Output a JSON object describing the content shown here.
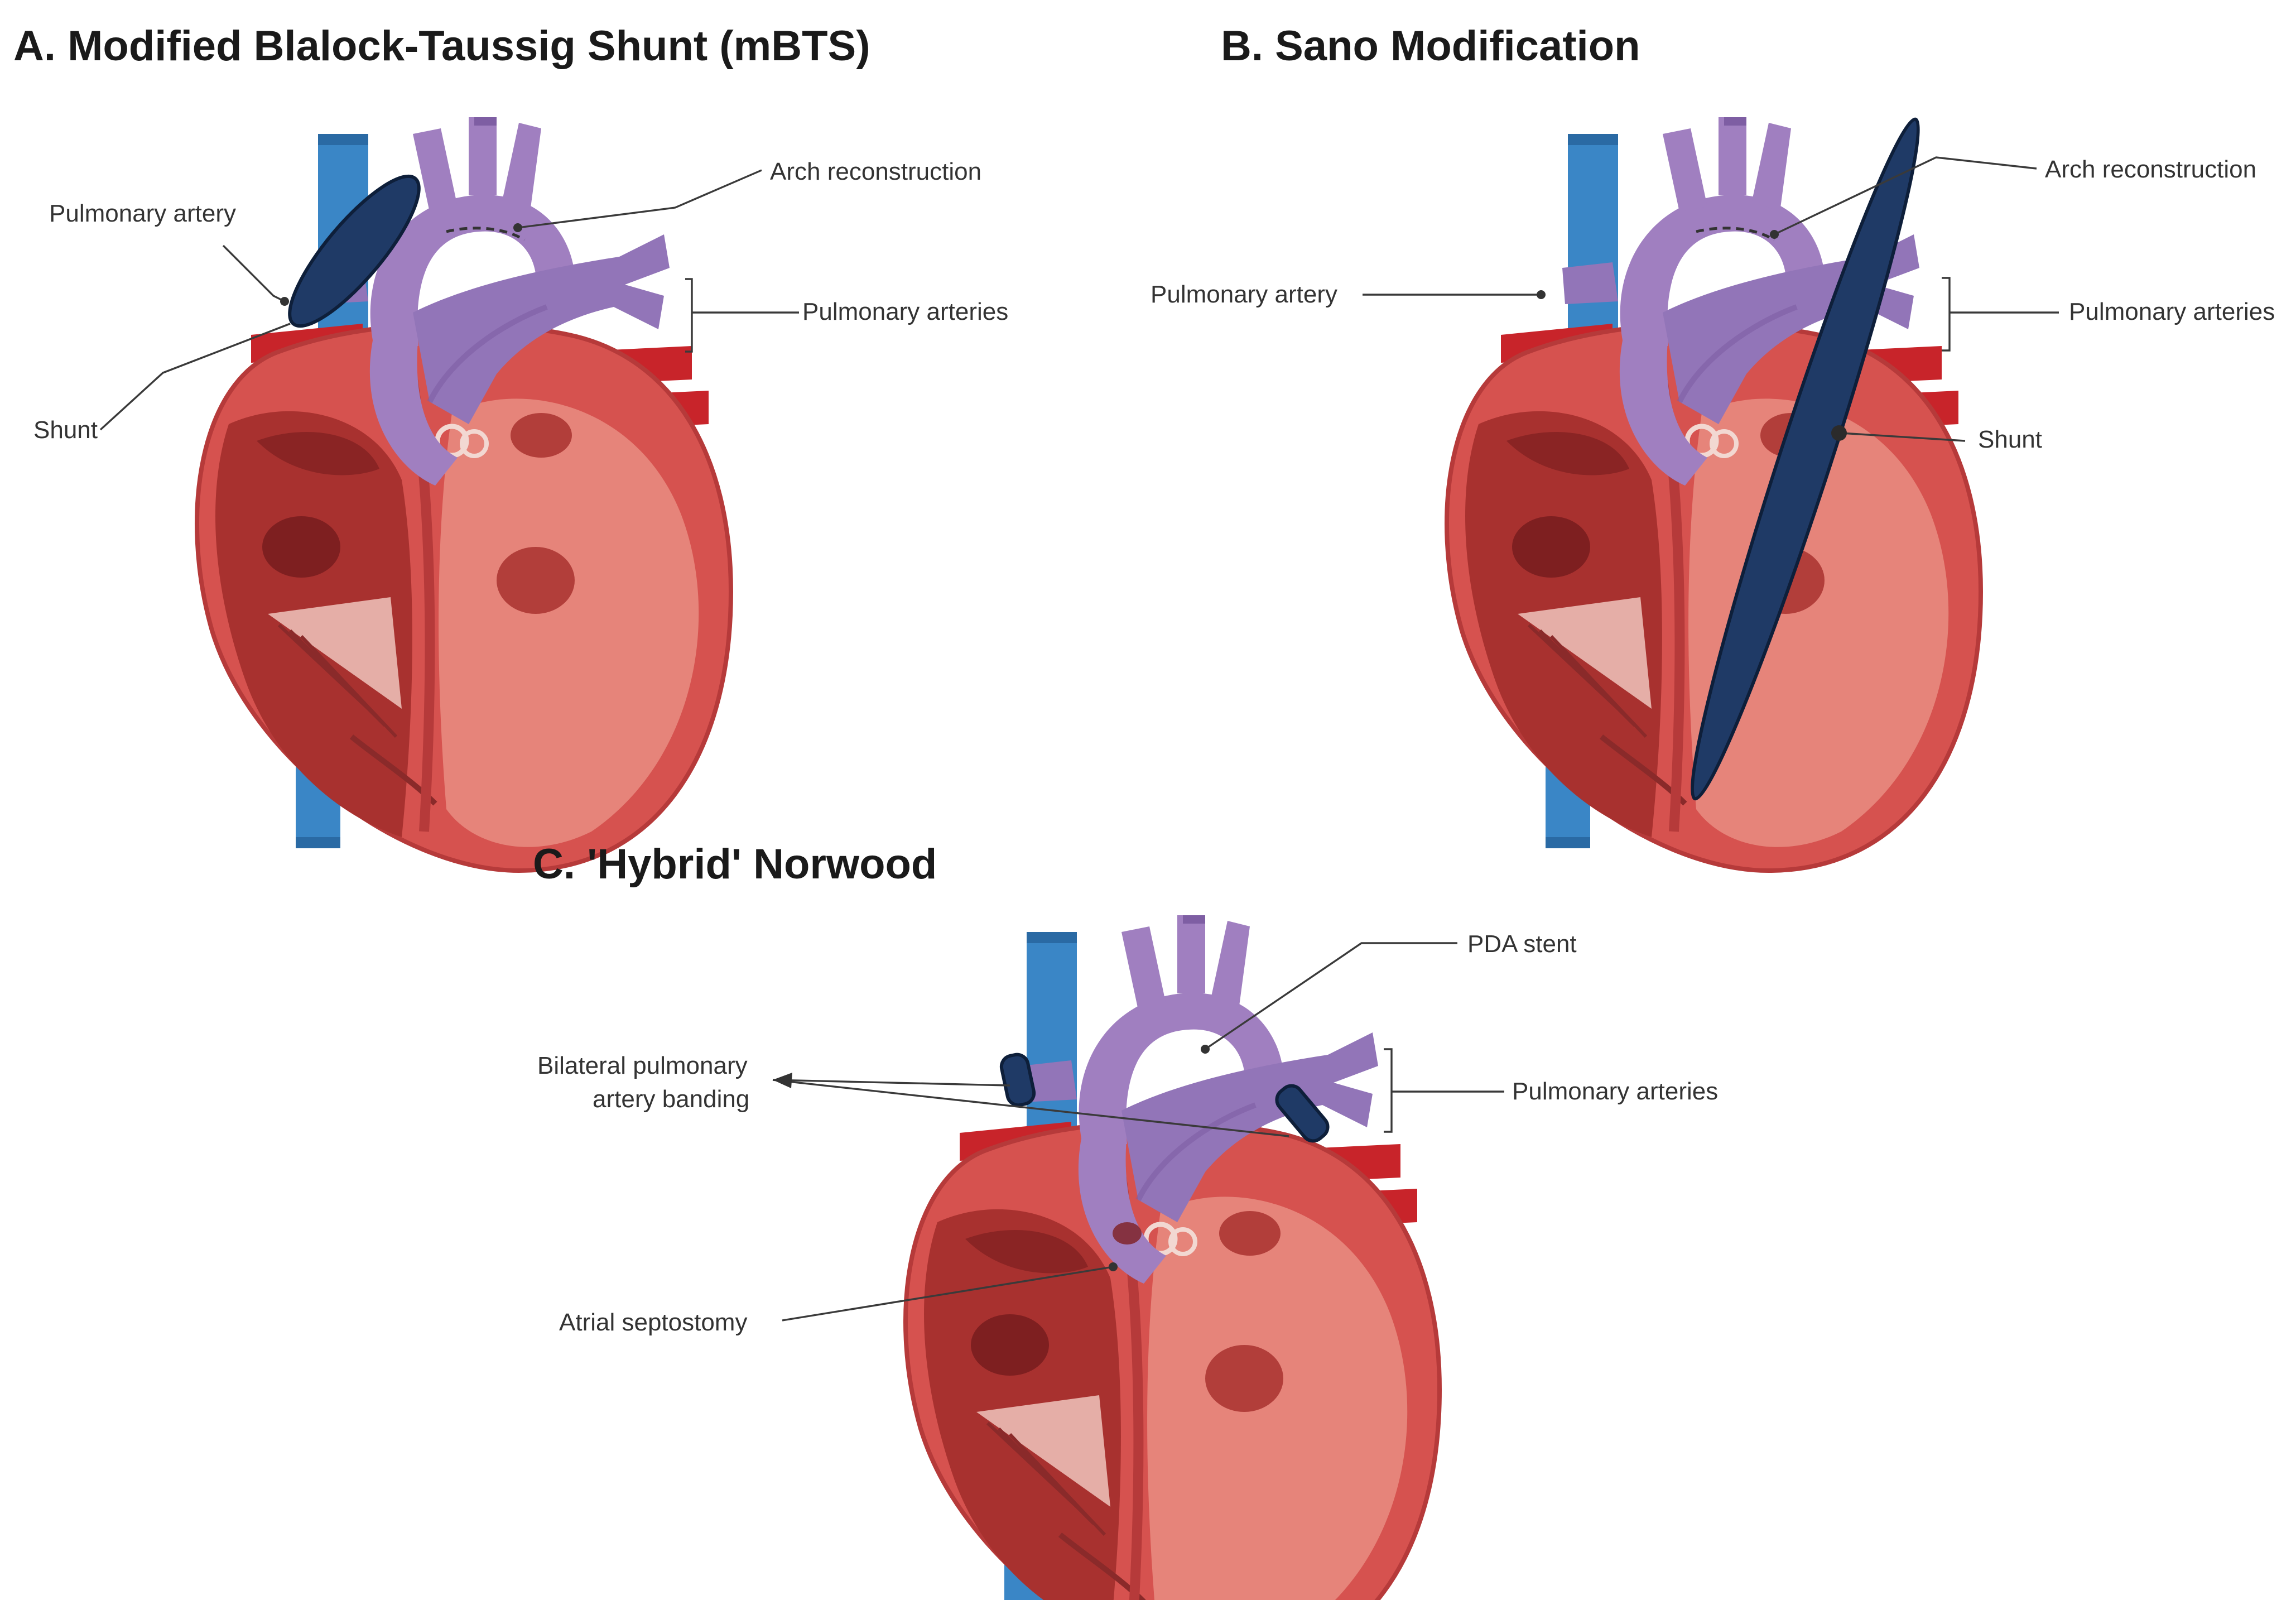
{
  "panels": {
    "a": {
      "title": "A. Modified Blalock-Taussig Shunt (mBTS)",
      "labels": {
        "pulmonary_artery": "Pulmonary artery",
        "arch_reconstruction": "Arch reconstruction",
        "pulmonary_arteries": "Pulmonary arteries",
        "shunt": "Shunt"
      }
    },
    "b": {
      "title": "B. Sano Modification",
      "labels": {
        "pulmonary_artery": "Pulmonary artery",
        "arch_reconstruction": "Arch reconstruction",
        "pulmonary_arteries": "Pulmonary arteries",
        "shunt": "Shunt"
      }
    },
    "c": {
      "title": "C. 'Hybrid' Norwood",
      "labels": {
        "banding_line1": "Bilateral pulmonary",
        "banding_line2": "artery banding",
        "pda_stent": "PDA stent",
        "pulmonary_arteries": "Pulmonary arteries",
        "atrial_septostomy": "Atrial septostomy"
      }
    }
  },
  "colors": {
    "vein_blue": "#3a86c6",
    "vein_blue_dark": "#2a6aa4",
    "aorta_purple": "#a07fc0",
    "aorta_purple_dark": "#7e5ea3",
    "pulmonary_purple": "#9275b8",
    "heart_outer": "#d6524f",
    "heart_outline": "#b63a3a",
    "heart_inner": "#e6847a",
    "chamber_dark": "#a8312f",
    "chamber_deep": "#7e1f20",
    "vessel_red": "#c8242a",
    "shunt_navy": "#1f3a66",
    "leader_line": "#3a3a3a",
    "text": "#333333"
  }
}
